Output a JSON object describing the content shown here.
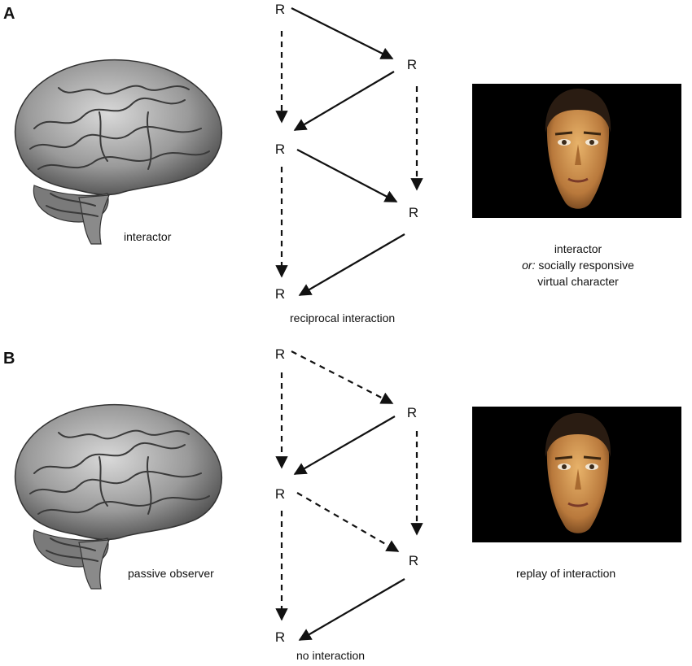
{
  "panels": {
    "A": {
      "label": "A",
      "left_caption": "interactor",
      "center_caption": "reciprocal interaction",
      "right_caption_line1": "interactor",
      "right_caption_line2_em": "or:",
      "right_caption_line2_rest": " socially responsive",
      "right_caption_line3": "virtual character",
      "node_label": "R",
      "arrow_styles": {
        "cross": "solid",
        "vertical": "dashed"
      }
    },
    "B": {
      "label": "B",
      "left_caption": "passive observer",
      "center_caption": "no interaction",
      "right_caption": "replay of interaction",
      "node_label": "R",
      "arrow_styles": {
        "right_to_left": "solid",
        "left_to_right": "dashed",
        "vertical": "dashed"
      }
    }
  },
  "colors": {
    "screen": "#000000",
    "arrow": "#111111"
  }
}
